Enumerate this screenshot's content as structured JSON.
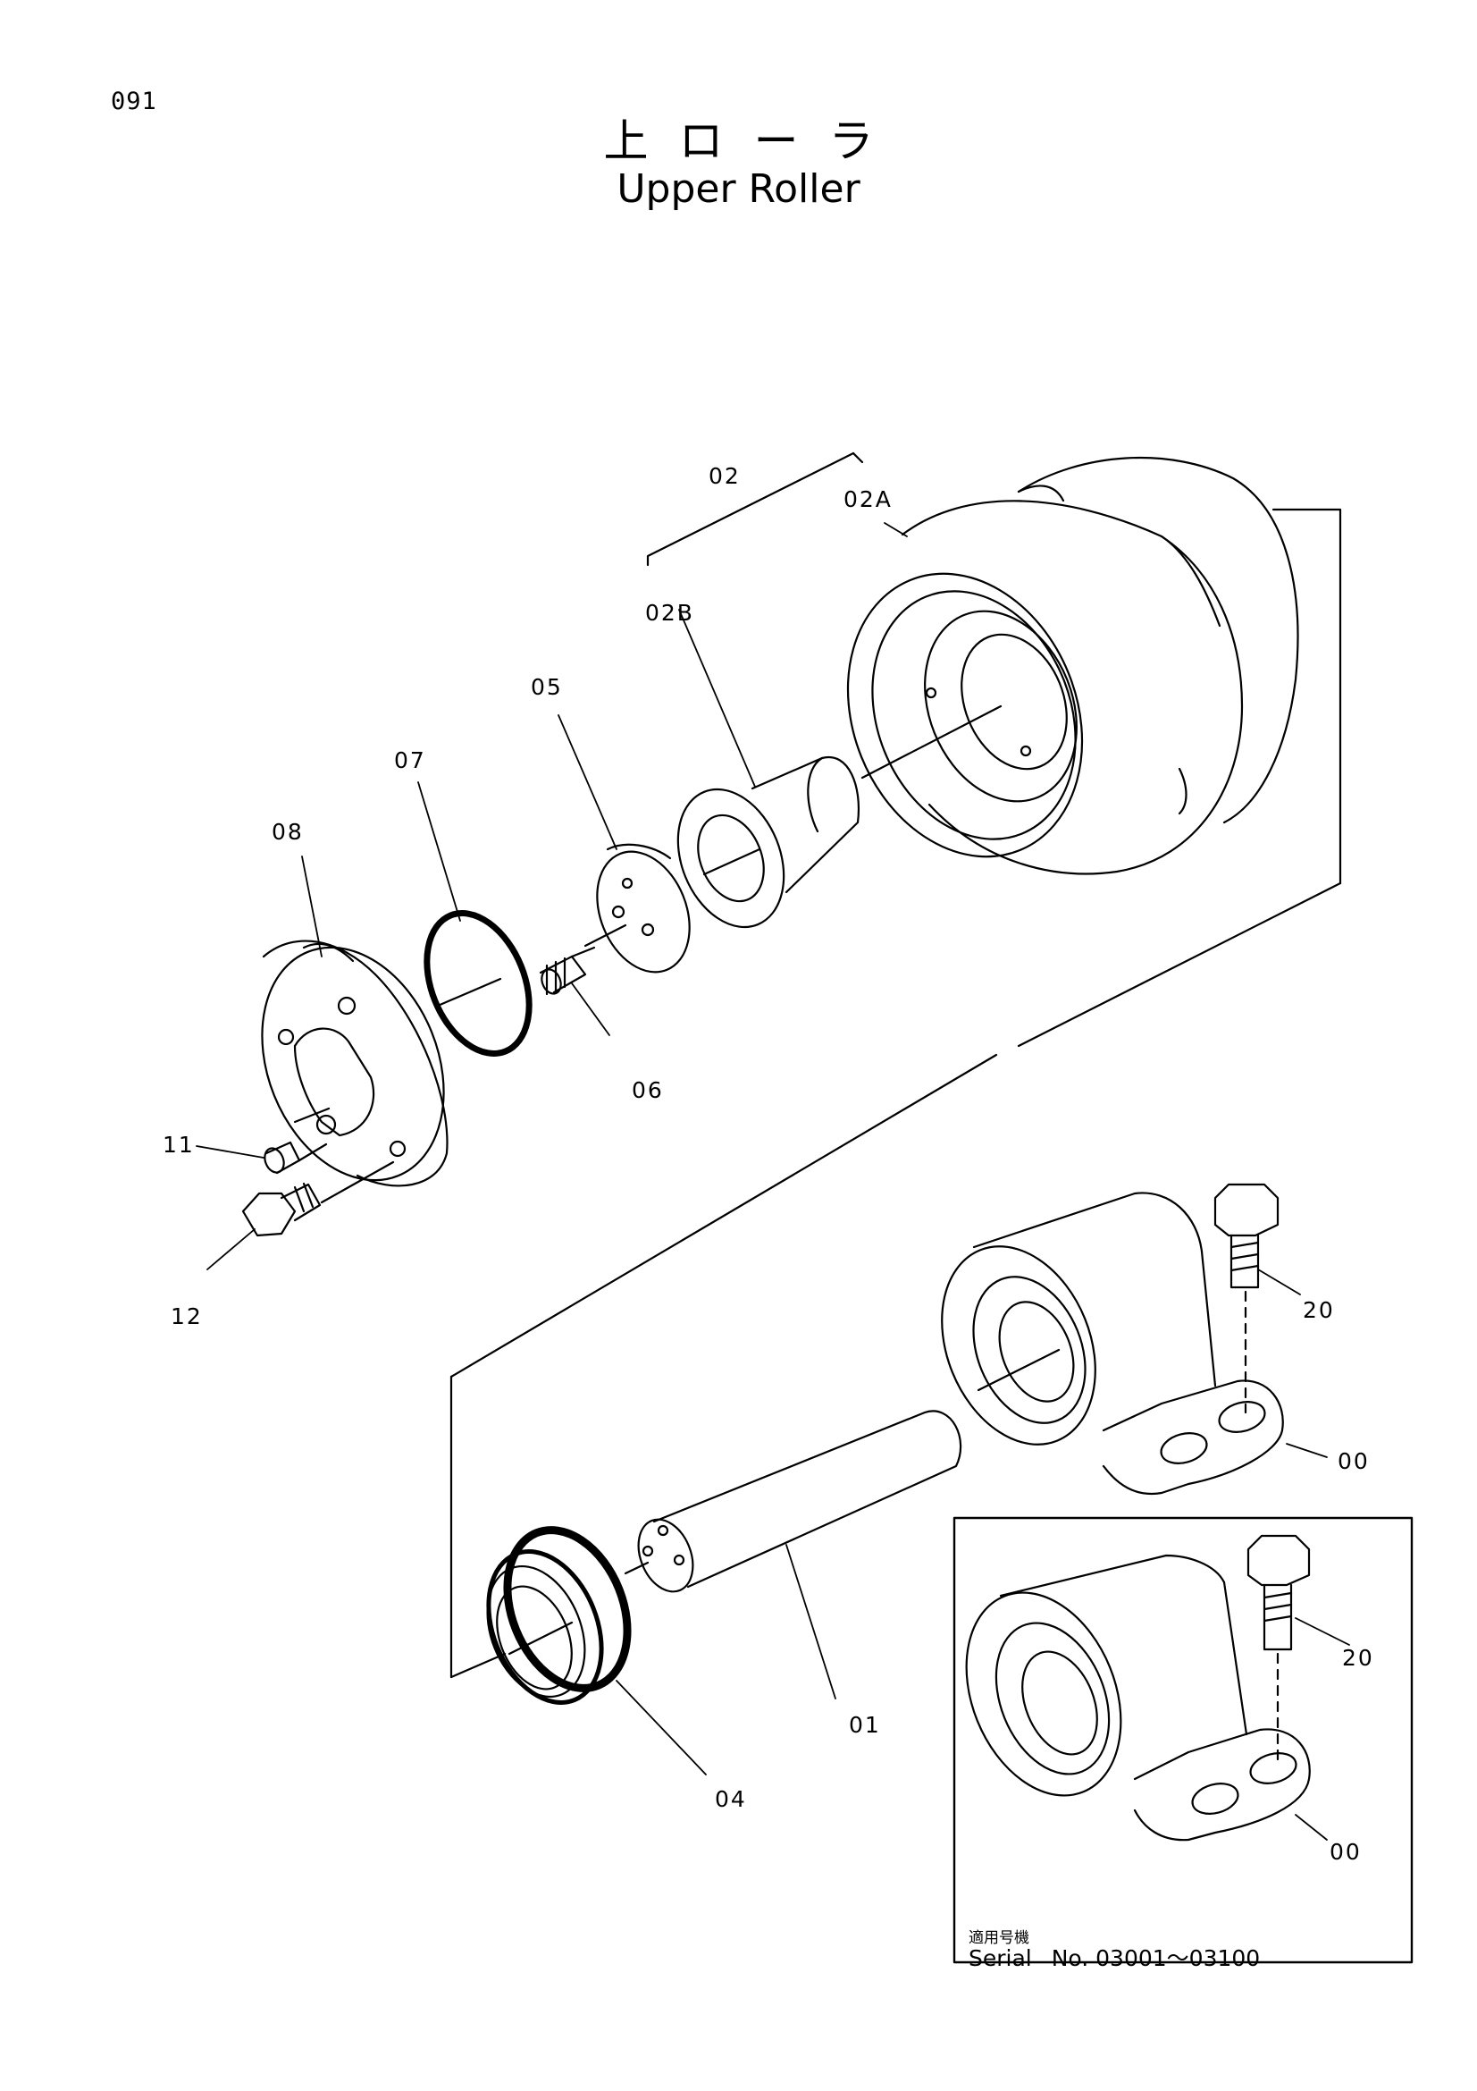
{
  "page_number": "091",
  "title_jp": "上ローラ",
  "title_en": "Upper Roller",
  "parts": {
    "p02": "02",
    "p02a": "02A",
    "p02b": "02B",
    "p05": "05",
    "p07": "07",
    "p08": "08",
    "p06": "06",
    "p11": "11",
    "p12": "12",
    "p20": "20",
    "p00": "00",
    "p01": "01",
    "p04": "04",
    "p20_inset": "20",
    "p00_inset": "00"
  },
  "inset": {
    "caption_jp": "適用号機",
    "serial_label": "Serial",
    "serial_range": "No. 03001〜03100"
  }
}
